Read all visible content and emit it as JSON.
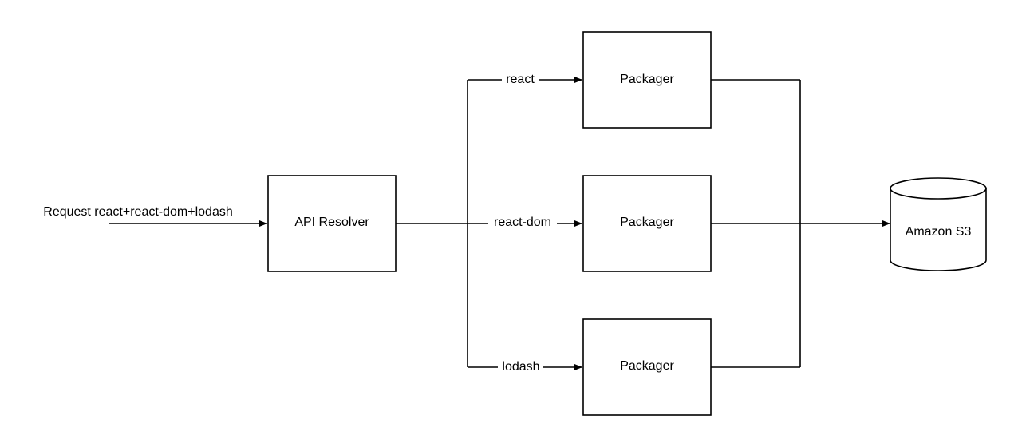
{
  "request": {
    "label": "Request react+react-dom+lodash"
  },
  "resolver": {
    "label": "API Resolver"
  },
  "packagers": [
    {
      "edge_label": "react",
      "label": "Packager"
    },
    {
      "edge_label": "react-dom",
      "label": "Packager"
    },
    {
      "edge_label": "lodash",
      "label": "Packager"
    }
  ],
  "storage": {
    "label": "Amazon S3"
  },
  "colors": {
    "stroke": "#000000",
    "background": "#ffffff"
  }
}
